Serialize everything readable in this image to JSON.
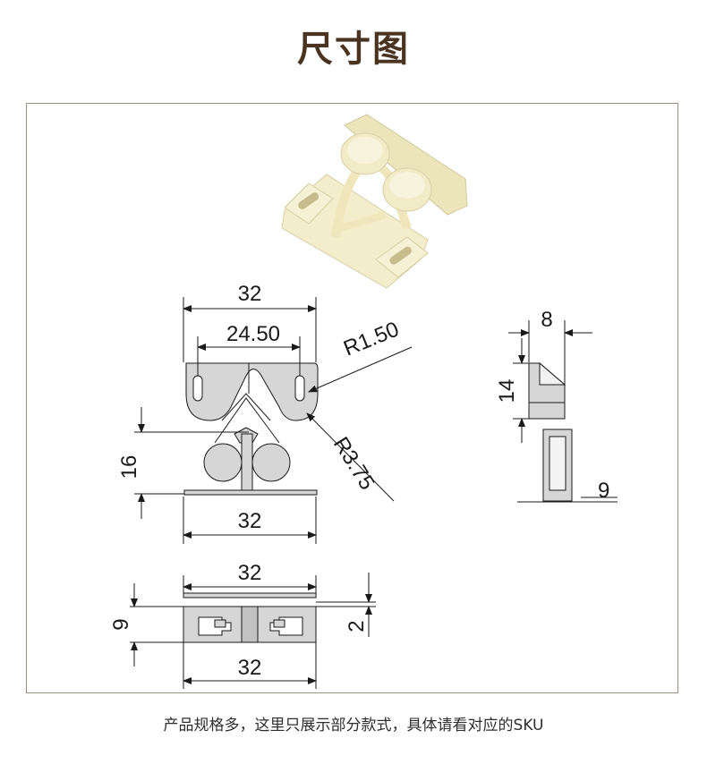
{
  "title": "尺寸图",
  "caption": "产品规格多，这里只展示部分款式，具体请看对应的SKU",
  "colors": {
    "title": "#4a3320",
    "frame": "#a08f7f",
    "part_fill": "#d6d6d6",
    "product_ivory": "#f3edcb",
    "line": "#1a1a1a"
  },
  "front_view": {
    "width_top": "32",
    "hole_spacing": "24.50",
    "radius_small": "R1.50",
    "radius_large": "R3.75",
    "height": "16",
    "width_bottom": "32"
  },
  "side_view": {
    "depth": "8",
    "height": "14",
    "base": "9"
  },
  "bottom_view": {
    "width_top": "32",
    "height": "9",
    "thickness": "2",
    "width_bottom": "32"
  }
}
